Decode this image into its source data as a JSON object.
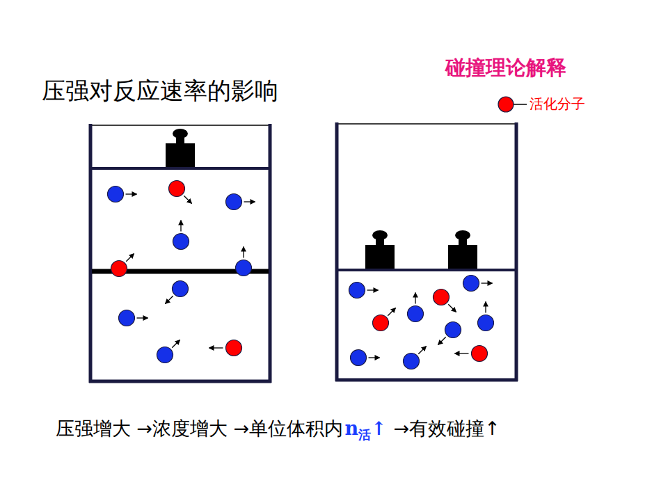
{
  "diagram": {
    "title": "压强对反应速率的影响",
    "labels": [
      "碰撞理论解释",
      "压强增大 →浓度增大 →单位体积内",
      "n",
      "活",
      "↑",
      "→有效碰撞↑"
    ],
    "legend": [
      {
        "text": "活化分子",
        "color": "#ff0000"
      }
    ]
  }
}
